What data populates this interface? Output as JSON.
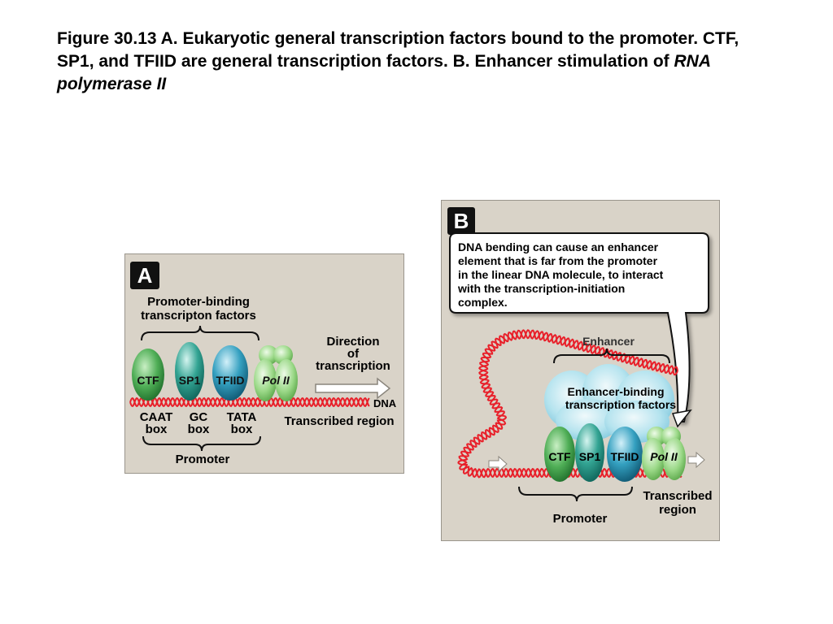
{
  "caption": {
    "part1": "Figure 30.13 A. Eukaryotic general transcription factors bound to the promoter. CTF, SP1, and TFIID are general transcription factors. B. Enhancer stimulation of ",
    "italic": "RNA polymerase II"
  },
  "panelA": {
    "badge": "A",
    "factors_label_1": "Promoter-binding",
    "factors_label_2": "transcripton factors",
    "direction_1": "Direction",
    "direction_2": "of",
    "direction_3": "transcription",
    "dna_label": "DNA",
    "transcribed": "Transcribed region",
    "factors": [
      "CTF",
      "SP1",
      "TFIID",
      "Pol II"
    ],
    "box_top": [
      "CAAT",
      "GC",
      "TATA"
    ],
    "box_bottom": [
      "box",
      "box",
      "box"
    ],
    "promoter": "Promoter"
  },
  "panelB": {
    "badge": "B",
    "callout": [
      "DNA bending can cause an enhancer",
      "element that is far from the promoter",
      "in the linear DNA molecule, to interact",
      "with the transcription-initiation",
      "complex."
    ],
    "enhancer": "Enhancer",
    "ebf_1": "Enhancer-binding",
    "ebf_2": "transcription factors",
    "factors": [
      "CTF",
      "SP1",
      "TFIID",
      "Pol II"
    ],
    "transcribed_1": "Transcribed",
    "transcribed_2": "region",
    "promoter": "Promoter"
  },
  "colors": {
    "dna": "#e8202a",
    "ctf": "#3f9a4a",
    "sp1": "#2a8f85",
    "tfiid": "#2a8fb0",
    "pol2": "#8fd07e",
    "enhancer_factors": "#a9e0ee",
    "panel_bg": "#d9d3c8"
  }
}
